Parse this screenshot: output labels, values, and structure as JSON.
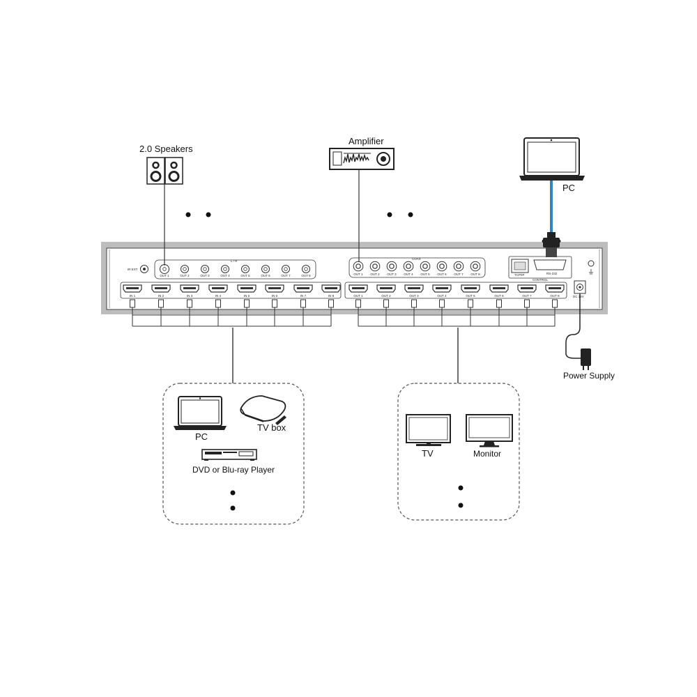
{
  "labels": {
    "speakers": "2.0 Speakers",
    "amplifier": "Amplifier",
    "pc_top": "PC",
    "power_supply": "Power Supply",
    "pc_source": "PC",
    "tv_box": "TV box",
    "dvd": "DVD or Blu-ray Player",
    "tv": "TV",
    "monitor": "Monitor"
  },
  "panel": {
    "ir_ext": "IR EXT",
    "lr_group": "L / R",
    "coax_group": "COAX",
    "tcp_ip": "TCP/IP",
    "rs232": "RS-232",
    "control": "CONTROL",
    "dc": "DC 12V",
    "audio_outputs": [
      "OUT 1",
      "OUT 2",
      "OUT 3",
      "OUT 4",
      "OUT 5",
      "OUT 6",
      "OUT 7",
      "OUT 8"
    ],
    "coax_outputs": [
      "OUT 1",
      "OUT 2",
      "OUT 3",
      "OUT 4",
      "OUT 5",
      "OUT 6",
      "OUT 7",
      "OUT 8"
    ],
    "hdmi_inputs": [
      "IN 1",
      "IN 2",
      "IN 3",
      "IN 4",
      "IN 5",
      "IN 6",
      "IN 7",
      "IN 8"
    ],
    "hdmi_outputs": [
      "OUT 1",
      "OUT 2",
      "OUT 3",
      "OUT 4",
      "OUT 5",
      "OUT 6",
      "OUT 7",
      "OUT 8"
    ]
  },
  "icons": {
    "speaker": "speaker-icon",
    "amplifier": "amplifier-icon",
    "laptop": "laptop-icon",
    "tv_box": "tv-box-icon",
    "dvd": "dvd-player-icon",
    "tv": "tv-icon",
    "monitor": "monitor-icon",
    "power": "power-adapter-icon",
    "db9": "db9-connector-icon"
  },
  "colors": {
    "pc_cable": "#2e86c1",
    "panel_frame": "#b8b8b8",
    "line": "#333333"
  }
}
